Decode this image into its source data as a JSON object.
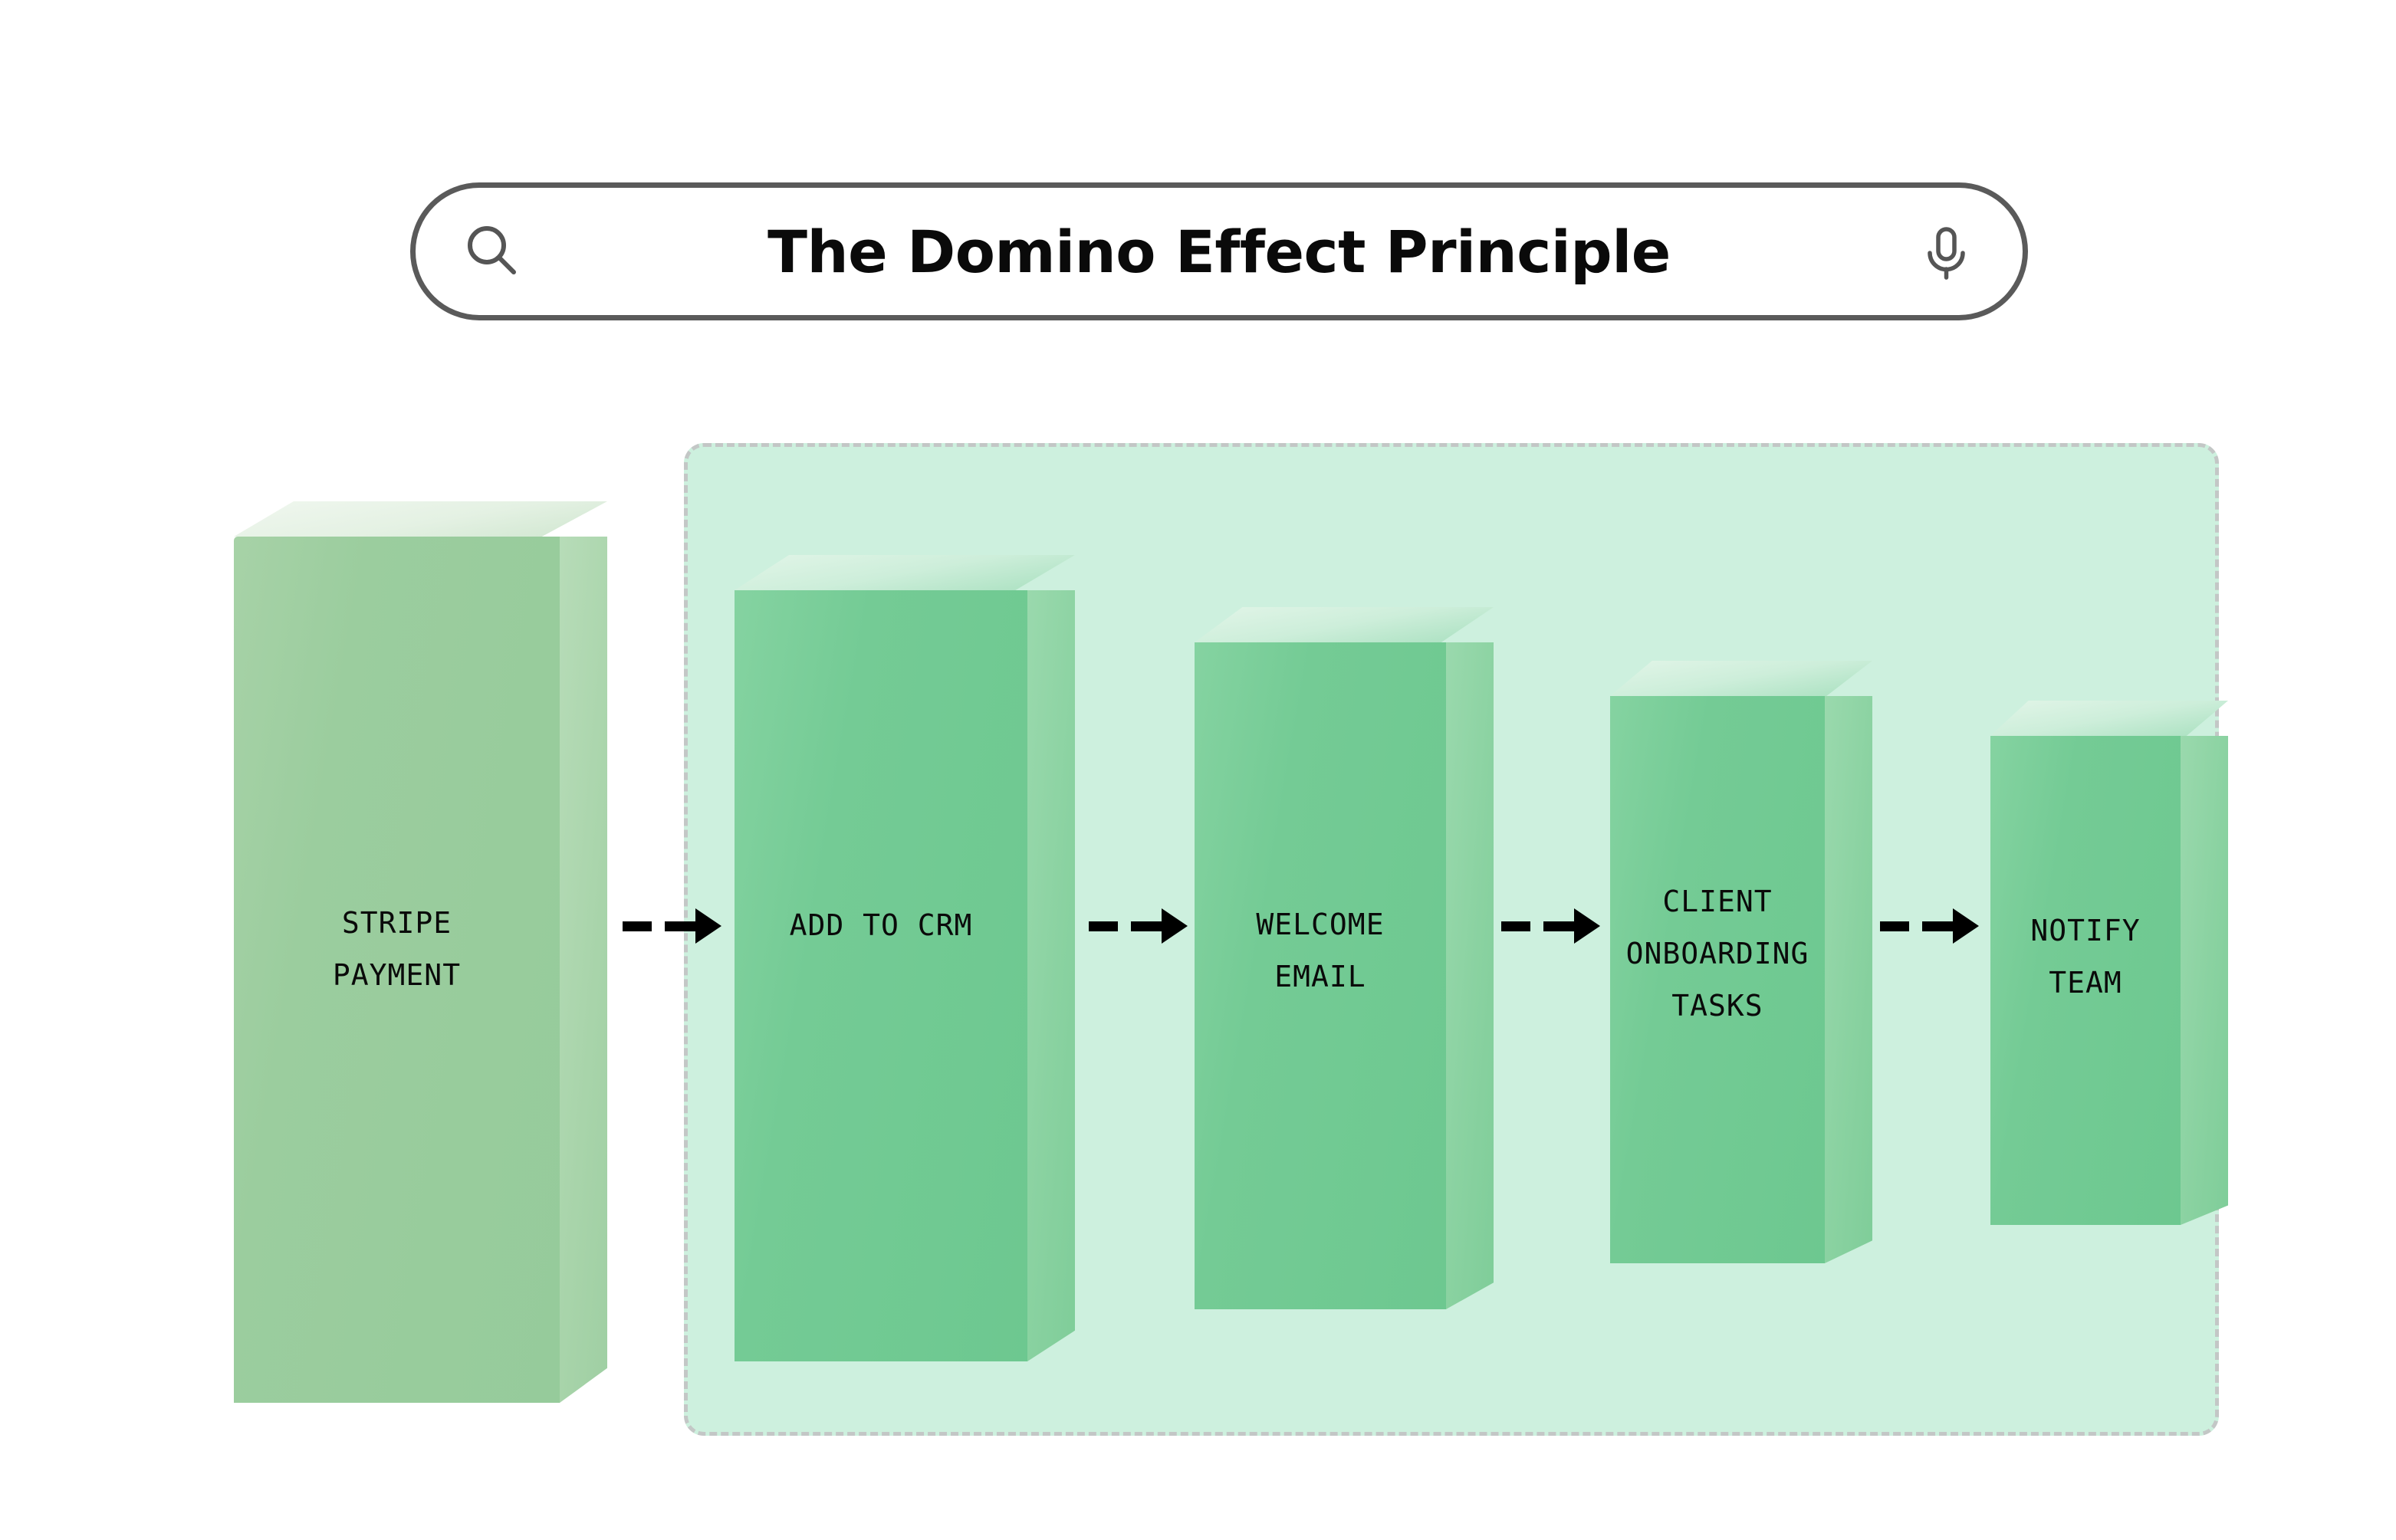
{
  "search": {
    "title": "The Domino Effect Principle",
    "search_icon": "search-icon",
    "mic_icon": "microphone-icon"
  },
  "diagram": {
    "panel_label": "automation-zone",
    "colors": {
      "panel_fill": "#cdf0de",
      "panel_border": "#c3c7c6",
      "trigger_block": "#96cb9b",
      "action_block": "#6dc890",
      "arrow": "#000000",
      "page_background": "#ffffff"
    },
    "dominoes": [
      {
        "label": "STRIPE\nPAYMENT",
        "role": "trigger"
      },
      {
        "label": "ADD TO CRM",
        "role": "action"
      },
      {
        "label": "WELCOME\nEMAIL",
        "role": "action"
      },
      {
        "label": "CLIENT\nONBOARDING\nTASKS",
        "role": "action"
      },
      {
        "label": "NOTIFY\nTEAM",
        "role": "action"
      }
    ],
    "arrows": [
      {
        "from": "STRIPE PAYMENT",
        "to": "ADD TO CRM"
      },
      {
        "from": "ADD TO CRM",
        "to": "WELCOME EMAIL"
      },
      {
        "from": "WELCOME EMAIL",
        "to": "CLIENT ONBOARDING TASKS"
      },
      {
        "from": "CLIENT ONBOARDING TASKS",
        "to": "NOTIFY TEAM"
      }
    ]
  }
}
